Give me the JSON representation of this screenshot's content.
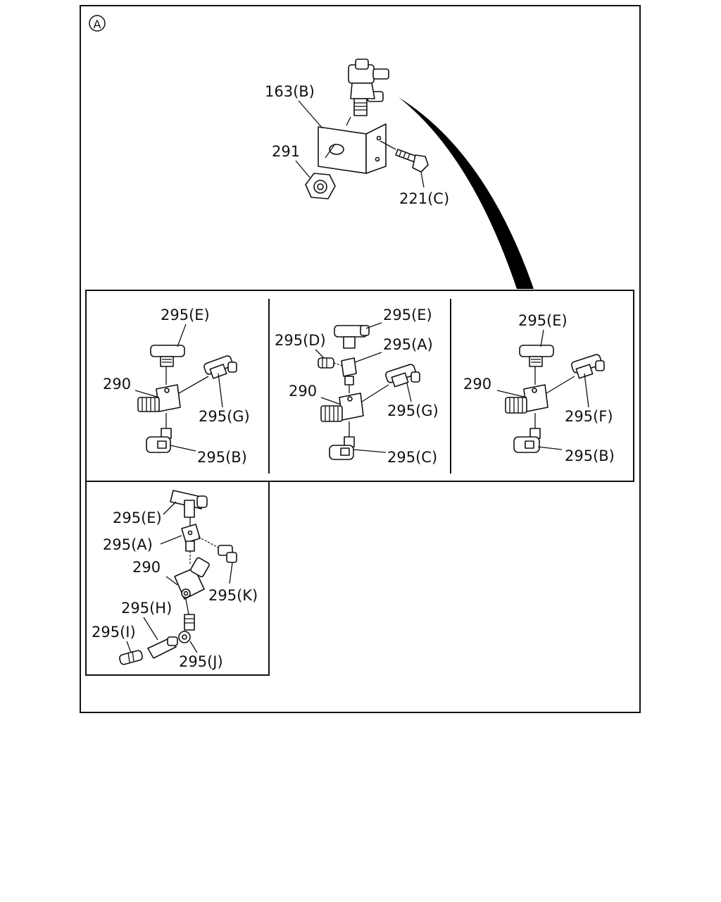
{
  "diagram": {
    "view_marker": "A",
    "top_assembly": {
      "labels": {
        "bracket": "163(B)",
        "nut": "291",
        "bolt": "221(C)"
      }
    },
    "panel_1": {
      "labels": {
        "top_tee": "295(E)",
        "body": "290",
        "side_tee": "295(G)",
        "bottom_elbow": "295(B)"
      }
    },
    "panel_2": {
      "labels": {
        "top_tee": "295(E)",
        "plug": "295(D)",
        "adapter": "295(A)",
        "body": "290",
        "side_tee": "295(G)",
        "bottom_elbow": "295(C)"
      }
    },
    "panel_3": {
      "labels": {
        "top_tee": "295(E)",
        "body": "290",
        "side_tee": "295(F)",
        "bottom_elbow": "295(B)"
      }
    },
    "panel_4": {
      "labels": {
        "top_tee": "295(E)",
        "adapter": "295(A)",
        "body": "290",
        "plug": "295(K)",
        "hose": "295(H)",
        "nipple": "295(I)",
        "elbow": "295(J)"
      }
    }
  }
}
